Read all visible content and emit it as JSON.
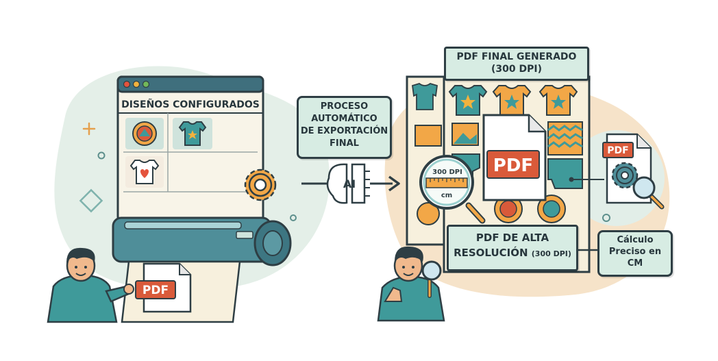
{
  "left_panel": {
    "title": "DISEÑOS CONFIGURADOS",
    "printer_doc_label": "PDF"
  },
  "process_box": {
    "line1": "PROCESO",
    "line2": "AUTOMÁTICO",
    "line3": "DE EXPORTACIÓN",
    "line4": "FINAL"
  },
  "ai_chip_label": "AI",
  "right_panel": {
    "header_line1": "PDF FINAL GENERADO",
    "header_line2": "(300 DPI)",
    "center_pdf_label": "PDF",
    "small_pdf_label": "PDF",
    "magnifier_line1": "300 DPI",
    "magnifier_line2": "cm",
    "bottom_line1": "PDF DE ALTA",
    "bottom_line2a": "RESOLUCIÓN",
    "bottom_line2b": "(300 DPI)"
  },
  "callout": {
    "line1": "Cálculo",
    "line2": "Preciso en",
    "line3": "CM"
  },
  "colors": {
    "teal": "#3f9a9a",
    "orange": "#f0a040",
    "red": "#d95a3a",
    "mint": "#d7ece3",
    "outline": "#2e3e44"
  }
}
